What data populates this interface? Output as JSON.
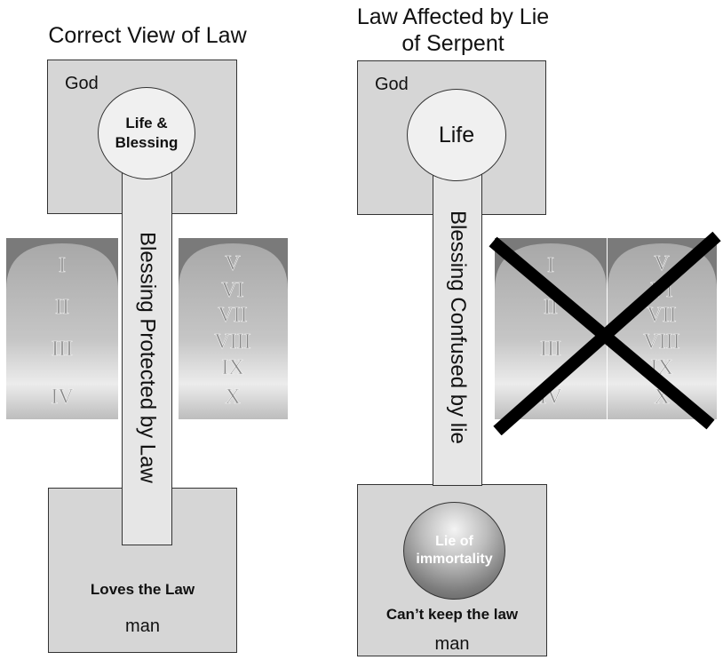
{
  "left_panel": {
    "title": "Correct View of Law",
    "god_label": "God",
    "circle_label_line1": "Life &",
    "circle_label_line2": "Blessing",
    "bar_label": "Blessing Protected by Law",
    "man_caption": "Loves the Law",
    "man_label": "man",
    "tablet_left_numerals": [
      "I",
      "II",
      "III",
      "IV"
    ],
    "tablet_right_numerals": [
      "V",
      "VI",
      "VII",
      "VIII",
      "IX",
      "X"
    ]
  },
  "right_panel": {
    "title_line1": "Law Affected by Lie",
    "title_line2": "of Serpent",
    "god_label": "God",
    "circle_label": "Life",
    "bar_label": "Blessing Confused by lie",
    "lie_label_line1": "Lie of",
    "lie_label_line2": "immortality",
    "man_caption": "Can’t keep the law",
    "man_label": "man",
    "tablet_left_numerals": [
      "I",
      "II",
      "III",
      "IV"
    ],
    "tablet_right_numerals": [
      "V",
      "VI",
      "VII",
      "VIII",
      "IX",
      "X"
    ]
  },
  "colors": {
    "box_fill": "#d6d6d6",
    "bar_fill": "#e6e6e6",
    "cross": "#000000"
  }
}
